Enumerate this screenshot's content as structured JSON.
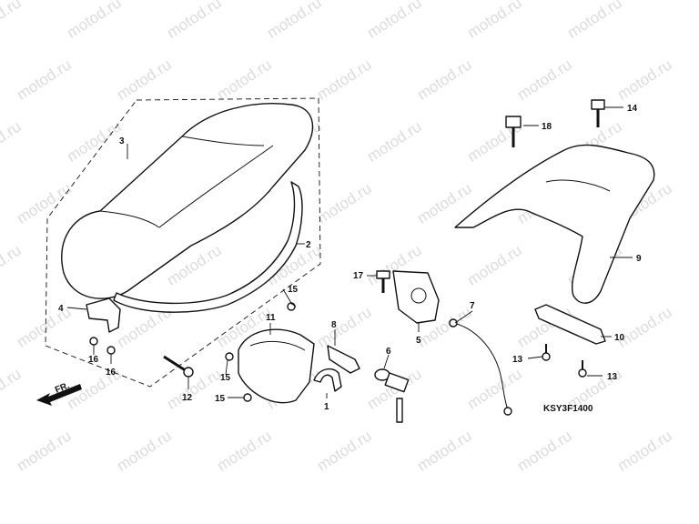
{
  "watermark": "motod.ru",
  "diagram_code": "KSY3F1400",
  "direction_label": "FR.",
  "callouts": {
    "c1": "1",
    "c2": "2",
    "c3": "3",
    "c4": "4",
    "c5": "5",
    "c6": "6",
    "c7": "7",
    "c8": "8",
    "c9": "9",
    "c10": "10",
    "c11": "11",
    "c12": "12",
    "c13a": "13",
    "c13b": "13",
    "c14": "14",
    "c15a": "15",
    "c15b": "15",
    "c15c": "15",
    "c16a": "16",
    "c16b": "16",
    "c17": "17",
    "c18": "18"
  }
}
